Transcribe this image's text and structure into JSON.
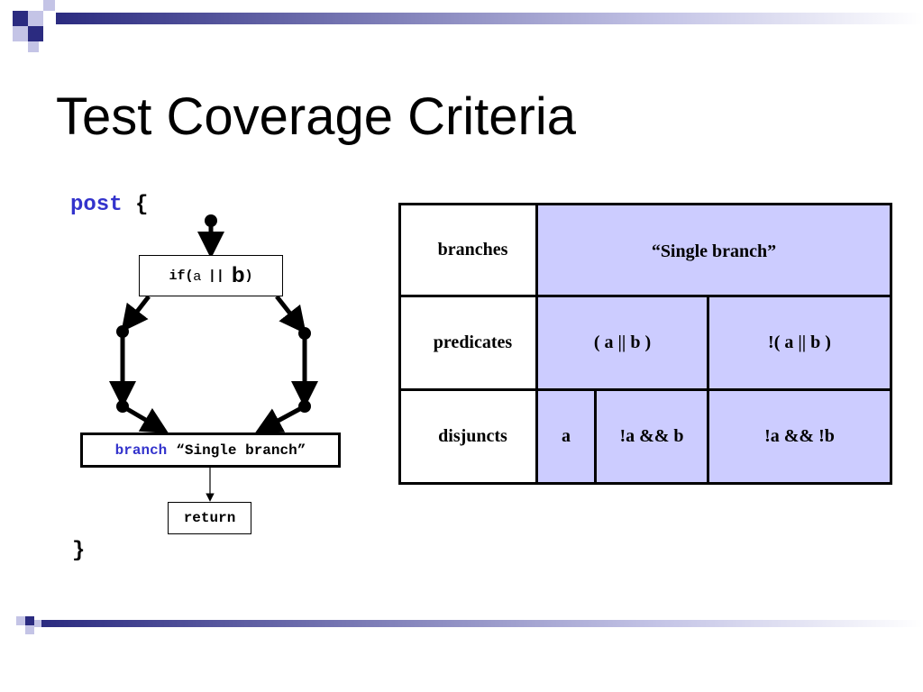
{
  "slide": {
    "title": "Test Coverage Criteria"
  },
  "code": {
    "post_keyword": "post",
    "open_brace": "{",
    "if_prefix": "if(",
    "if_a": "a",
    "if_or": "||",
    "if_b": "b",
    "if_suffix": ")",
    "branch_keyword": "branch",
    "branch_label": "“Single branch”",
    "return_label": "return",
    "close_brace": "}"
  },
  "criteria_table": {
    "row_headers": [
      "branches",
      "predicates",
      "disjuncts"
    ],
    "branches": [
      "“Single branch”"
    ],
    "predicates": [
      "( a || b )",
      "!( a || b )"
    ],
    "disjuncts": [
      "a",
      "!a && b",
      "!a && !b"
    ]
  },
  "colors": {
    "keyword_blue": "#3333cc",
    "table_fill": "#ccccff",
    "deco_navy": "#2b2b80",
    "deco_light": "#c4c4e6"
  }
}
